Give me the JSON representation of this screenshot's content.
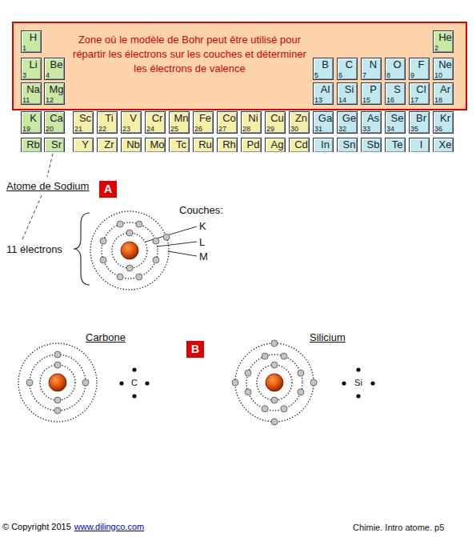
{
  "diagram": {
    "nodes": [
      {
        "text": [
          "Zone où le modèle de Bohr peut être utilisé pour répartir les électrons sur les couches et déterminer les électrons de valence"
        ]
      },
      {
        "text": [
          "H",
          "1"
        ],
        "in": 0
      },
      {
        "text": [
          "He",
          "2"
        ],
        "in": 0
      },
      {
        "text": [
          "Li",
          "3"
        ],
        "in": 0
      },
      {
        "text": [
          "Be",
          "4"
        ],
        "in": 0
      },
      {
        "text": [
          "B",
          "5"
        ],
        "in": 0
      },
      {
        "text": [
          "C",
          "6"
        ],
        "in": 0
      },
      {
        "text": [
          "N",
          "7"
        ],
        "in": 0
      },
      {
        "text": [
          "O",
          "8"
        ],
        "in": 0
      },
      {
        "text": [
          "F",
          "9"
        ],
        "in": 0
      },
      {
        "text": [
          "Ne",
          "10"
        ],
        "in": 0
      },
      {
        "text": [
          "Na",
          "11"
        ],
        "in": 0
      },
      {
        "text": [
          "Mg",
          "12"
        ],
        "in": 0
      },
      {
        "text": [
          "Al",
          "13"
        ],
        "in": 0
      },
      {
        "text": [
          "Si",
          "14"
        ],
        "in": 0
      },
      {
        "text": [
          "P",
          "15"
        ],
        "in": 0
      },
      {
        "text": [
          "S",
          "16"
        ],
        "in": 0
      },
      {
        "text": [
          "Cl",
          "17"
        ],
        "in": 0
      },
      {
        "text": [
          "Ar",
          "18"
        ],
        "in": 0
      },
      {
        "text": [
          "K",
          "19"
        ]
      },
      {
        "text": [
          "Ca",
          "20"
        ]
      },
      {
        "text": [
          "Sc",
          "21"
        ]
      },
      {
        "text": [
          "Ti",
          "22"
        ]
      },
      {
        "text": [
          "V",
          "23"
        ]
      },
      {
        "text": [
          "Cr",
          "24"
        ]
      },
      {
        "text": [
          "Mn",
          "25"
        ]
      },
      {
        "text": [
          "Fe",
          "26"
        ]
      },
      {
        "text": [
          "Co",
          "27"
        ]
      },
      {
        "text": [
          "Ni",
          "28"
        ]
      },
      {
        "text": [
          "Cu",
          "29"
        ]
      },
      {
        "text": [
          "Zn",
          "30"
        ]
      },
      {
        "text": [
          "Ga",
          "31"
        ]
      },
      {
        "text": [
          "Ge",
          "32"
        ]
      },
      {
        "text": [
          "As",
          "33"
        ]
      },
      {
        "text": [
          "Se",
          "34"
        ]
      },
      {
        "text": [
          "Br",
          "35"
        ]
      },
      {
        "text": [
          "Kr",
          "36"
        ]
      },
      {
        "text": [
          "Rb"
        ]
      },
      {
        "text": [
          "Sr"
        ]
      },
      {
        "text": [
          "Y"
        ]
      },
      {
        "text": [
          "Zr"
        ]
      },
      {
        "text": [
          "Nb"
        ]
      },
      {
        "text": [
          "Mo"
        ]
      },
      {
        "text": [
          "Tc"
        ]
      },
      {
        "text": [
          "Ru"
        ]
      },
      {
        "text": [
          "Rh"
        ]
      },
      {
        "text": [
          "Pd"
        ]
      },
      {
        "text": [
          "Ag"
        ]
      },
      {
        "text": [
          "Cd"
        ]
      },
      {
        "text": [
          "In"
        ]
      },
      {
        "text": [
          "Sn"
        ]
      },
      {
        "text": [
          "Sb"
        ]
      },
      {
        "text": [
          "Te"
        ]
      },
      {
        "text": [
          "I"
        ]
      },
      {
        "text": [
          "Xe"
        ]
      },
      {
        "text": [
          "A"
        ]
      },
      {
        "text": [
          "B"
        ]
      }
    ],
    "labels": [
      "Atome de Sodium",
      "11 électrons",
      "Couches:",
      "K",
      "L",
      "M",
      "Carbone",
      "Silicium",
      "C",
      "Si",
      "© Copyright 2015",
      "www.dilingco.com",
      "Chimie. Intro atome. p5"
    ]
  }
}
